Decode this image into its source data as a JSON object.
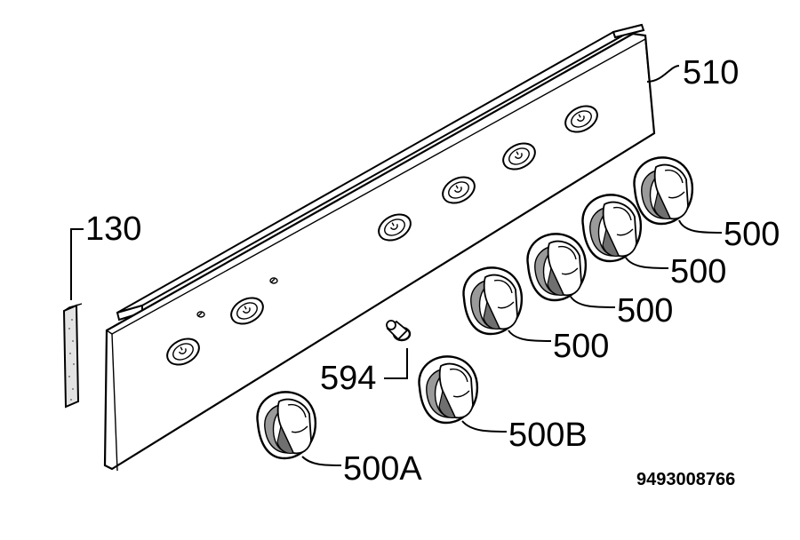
{
  "labels": {
    "panel": "510",
    "seal": "130",
    "pin": "594",
    "knob_1": "500",
    "knob_2": "500",
    "knob_3": "500",
    "knob_4": "500",
    "knob_a": "500A",
    "knob_b": "500B"
  },
  "document_number": "9493008766",
  "colors": {
    "line": "#000000",
    "background": "#ffffff",
    "shade": "#9a9a9a"
  }
}
